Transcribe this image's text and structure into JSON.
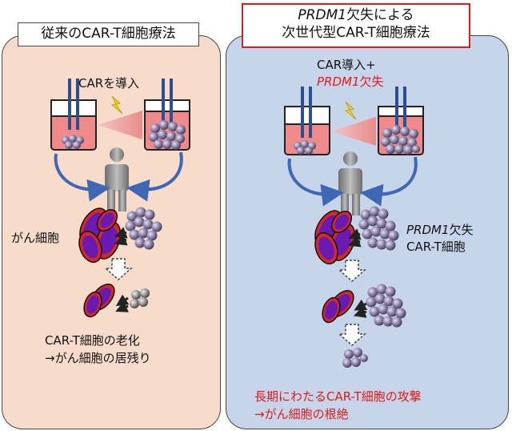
{
  "left": {
    "title": "従来のCAR-T細胞療法",
    "car_label": "CARを導入",
    "cancer_label": "がん細胞",
    "outcome_line1": "CAR-T細胞の老化",
    "outcome_line2": "→がん細胞の居残り"
  },
  "right": {
    "title_gene": "PRDM1",
    "title_line1_rest": "欠失による",
    "title_line2": "次世代型CAR-T細胞療法",
    "car_label": "CAR導入+",
    "car_gene": "PRDM1",
    "car_gene_suffix": "欠失",
    "cell_gene": "PRDM1",
    "cell_gene_suffix": "欠失",
    "cell_label": "CAR-T細胞",
    "outcome_line1": "長期にわたるCAR-T細胞の攻撃",
    "outcome_line2": "→がん細胞の根絶"
  },
  "colors": {
    "accent_red": "#e01a1a",
    "left_bg": "#f7dccb",
    "right_bg": "#c7d5eb",
    "cancer_purple": "#6a1ab0",
    "cancer_red": "#d52a20",
    "tcell": "#7a6e94",
    "arrow_blue": "#3f67b3"
  }
}
